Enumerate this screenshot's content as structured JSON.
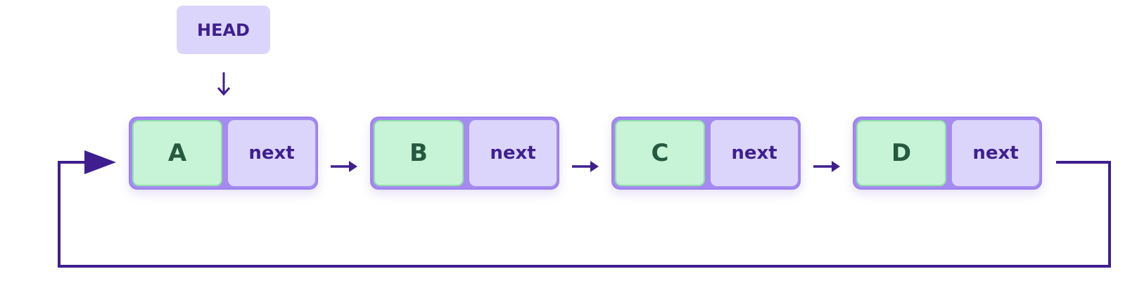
{
  "head": {
    "label": "HEAD"
  },
  "nodes": [
    {
      "value": "A",
      "next_label": "next"
    },
    {
      "value": "B",
      "next_label": "next"
    },
    {
      "value": "C",
      "next_label": "next"
    },
    {
      "value": "D",
      "next_label": "next"
    }
  ],
  "colors": {
    "data_fill": "#c7f4d6",
    "data_text": "#265a40",
    "next_fill": "#dcd5fb",
    "node_border": "#9b80ee",
    "arrow": "#3f1f8f"
  }
}
